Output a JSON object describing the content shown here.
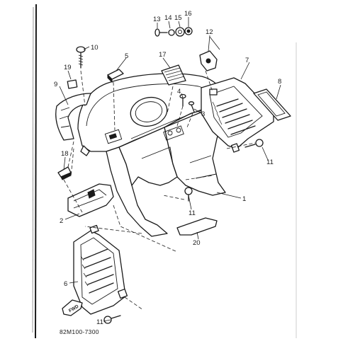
{
  "diagram": {
    "part_code": "82M100-7300",
    "arrow_label": "FWD",
    "callouts": [
      "1",
      "2",
      "6",
      "7",
      "8",
      "9",
      "10",
      "11",
      "11",
      "11",
      "11",
      "12",
      "13",
      "14",
      "15",
      "16",
      "17",
      "18",
      "19",
      "20",
      "3",
      "4",
      "5"
    ]
  }
}
